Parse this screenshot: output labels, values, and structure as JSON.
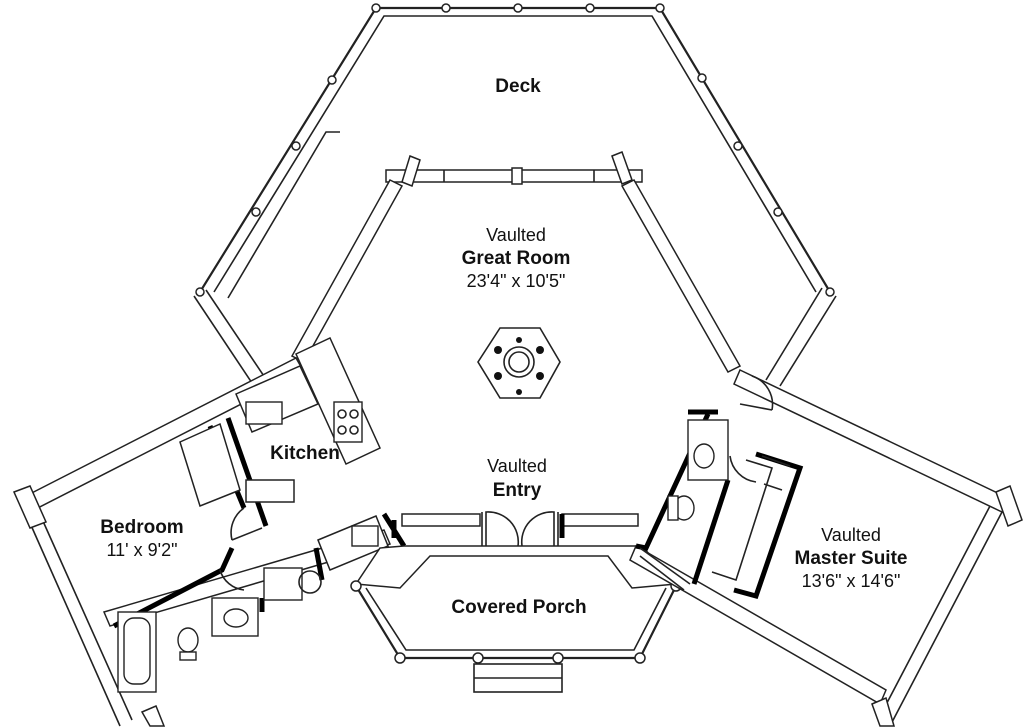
{
  "rooms": {
    "deck": {
      "name": "Deck"
    },
    "great_room": {
      "prefix": "Vaulted",
      "name": "Great Room",
      "dims": "23'4\" x 10'5\""
    },
    "kitchen": {
      "name": "Kitchen"
    },
    "entry": {
      "prefix": "Vaulted",
      "name": "Entry"
    },
    "bedroom": {
      "name": "Bedroom",
      "dims": "11' x 9'2\""
    },
    "covered_porch": {
      "name": "Covered Porch"
    },
    "master_suite": {
      "prefix": "Vaulted",
      "name": "Master Suite",
      "dims": "13'6\" x 14'6\""
    }
  }
}
